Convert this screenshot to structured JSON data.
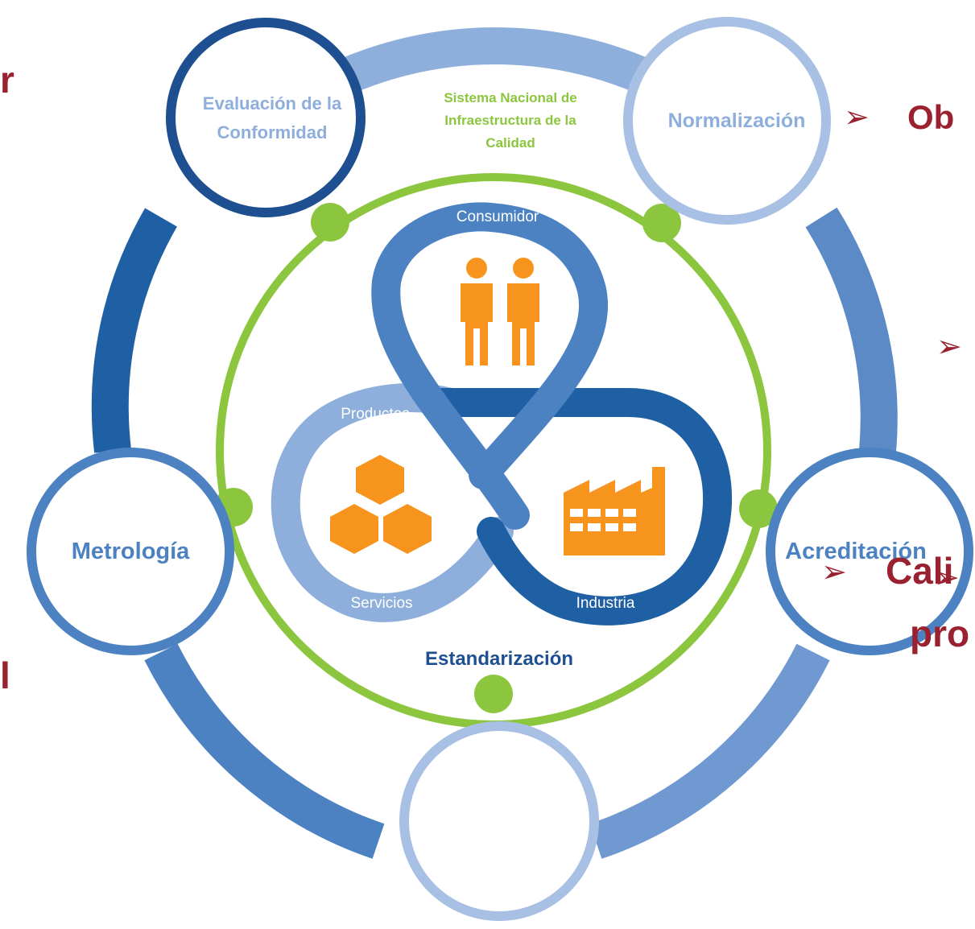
{
  "center_title": {
    "line1": "Sistema Nacional de",
    "line2": "Infraestructura de la",
    "line3": "Calidad"
  },
  "nodes": {
    "evaluacion": {
      "line1": "Evaluación de la",
      "line2": "Conformidad"
    },
    "normalizacion": "Normalización",
    "metrologia": "Metrología",
    "acreditacion": "Acreditación",
    "estandarizacion": "Estandarización"
  },
  "loop_labels": {
    "consumidor": "Consumidor",
    "productos": "Productos",
    "servicios": "Servicios",
    "industria": "Industria"
  },
  "side_text": {
    "left_top": "r",
    "left_bottom": "l",
    "right_top": "Ob",
    "right_bottom_1": "Cali",
    "right_bottom_2": "pro"
  },
  "icons": [
    "people-icon",
    "boxes-icon",
    "factory-icon",
    "bullet-arrow-icon"
  ],
  "colors": {
    "dark_blue": "#1f5fa4",
    "mid_blue": "#4c82c2",
    "light_blue": "#8eaedb",
    "pale_blue": "#a8c0e4",
    "green": "#8cc63f",
    "orange": "#f7941d",
    "text_dark_blue": "#1d4f91",
    "maroon": "#9a2230"
  }
}
